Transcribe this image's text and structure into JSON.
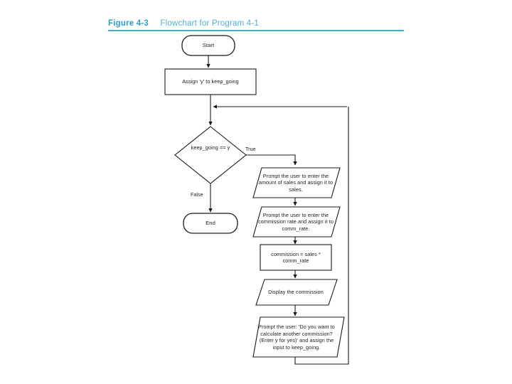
{
  "caption": {
    "figure_label": "Figure 4-3",
    "title": "Flowchart for Program 4-1",
    "rule_color": "#3BAECF",
    "label_color": "#2E9EC4"
  },
  "flowchart": {
    "orientation": "top-down with right-side loop",
    "nodes": [
      {
        "id": "start",
        "type": "terminal",
        "text": "Start"
      },
      {
        "id": "assign",
        "type": "process",
        "text": "Assign 'y' to keep_going"
      },
      {
        "id": "decision",
        "type": "decision",
        "text": "keep_going == y"
      },
      {
        "id": "input1",
        "type": "input-output",
        "text": "Prompt the user to enter the amount of sales and assign it to sales."
      },
      {
        "id": "input2",
        "type": "input-output",
        "text": "Prompt the user to enter the commission rate and assign it to comm_rate."
      },
      {
        "id": "process1",
        "type": "process",
        "text": "commission = sales * comm_rate"
      },
      {
        "id": "output1",
        "type": "input-output",
        "text": "Display the commission"
      },
      {
        "id": "input3",
        "type": "input-output",
        "text": "Prompt the user: 'Do you want to calculate another commission? (Enter y for yes)' and assign the input to keep_going."
      },
      {
        "id": "end",
        "type": "terminal",
        "text": "End"
      }
    ],
    "edge_labels": {
      "true_branch": "True",
      "false_branch": "False"
    },
    "line_color": "#1a1a1a"
  }
}
